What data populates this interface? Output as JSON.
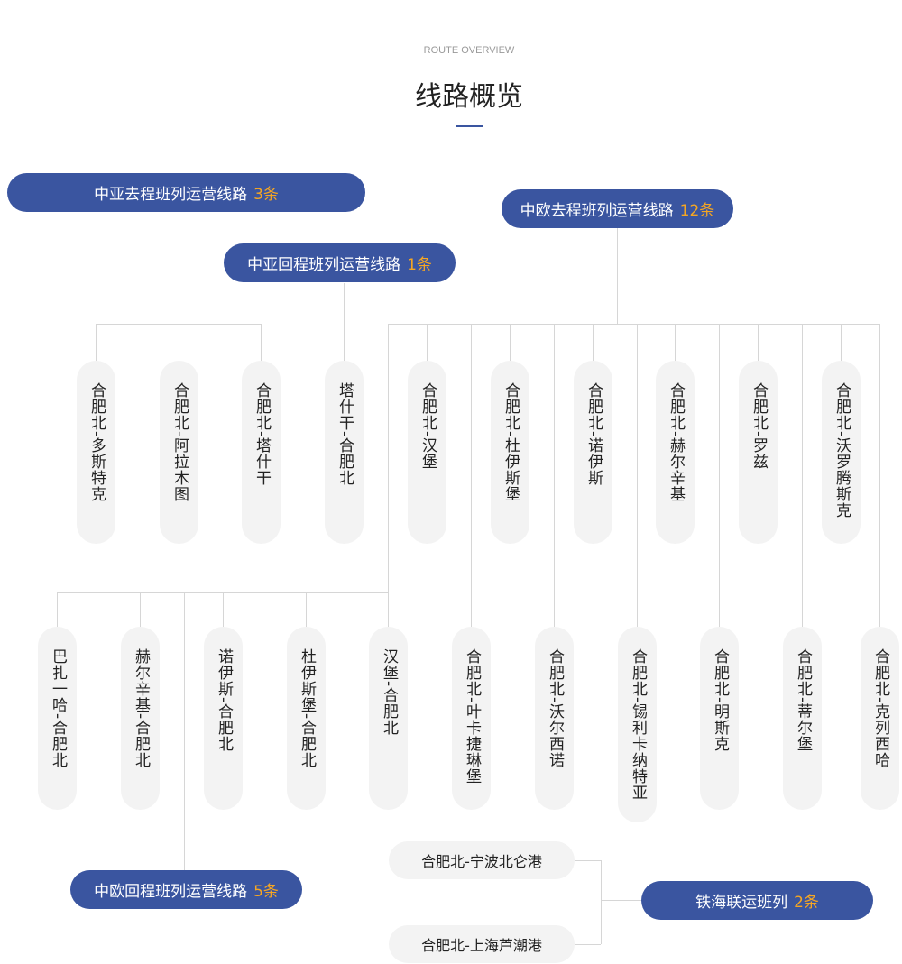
{
  "header": {
    "subtitle": "ROUTE OVERVIEW",
    "title": "线路概览"
  },
  "groups": {
    "ca_out": {
      "label": "中亚去程班列运营线路",
      "count": "3条"
    },
    "ca_ret": {
      "label": "中亚回程班列运营线路",
      "count": "1条"
    },
    "eu_out": {
      "label": "中欧去程班列运营线路",
      "count": "12条"
    },
    "eu_ret": {
      "label": "中欧回程班列运营线路",
      "count": "5条"
    },
    "sea": {
      "label": "铁海联运班列",
      "count": "2条"
    }
  },
  "top_routes": [
    "合肥北-多斯特克",
    "合肥北-阿拉木图",
    "合肥北-塔什干",
    "塔什干-合肥北",
    "合肥北-汉堡",
    "合肥北-杜伊斯堡",
    "合肥北-诺伊斯",
    "合肥北-赫尔辛基",
    "合肥北-罗兹",
    "合肥北-沃罗腾斯克"
  ],
  "bottom_routes": [
    "巴扎一哈-合肥北",
    "赫尔辛基-合肥北",
    "诺伊斯-合肥北",
    "杜伊斯堡-合肥北",
    "汉堡-合肥北",
    "合肥北-叶卡捷琳堡",
    "合肥北-沃尔西诺",
    "合肥北-锡利卡纳特亚",
    "合肥北-明斯克",
    "合肥北-蒂尔堡",
    "合肥北-克列西哈"
  ],
  "sea_routes": [
    "合肥北-宁波北仑港",
    "合肥北-上海芦潮港"
  ],
  "colors": {
    "primary": "#3a55a0",
    "accent": "#f5a623",
    "pill": "#f3f3f3"
  }
}
